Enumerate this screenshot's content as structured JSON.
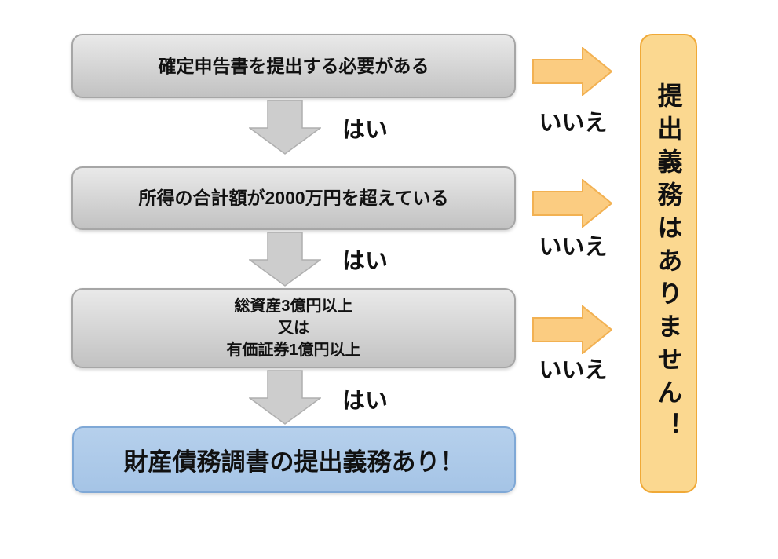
{
  "flow": {
    "steps": [
      {
        "label": "確定申告書を提出する必要がある"
      },
      {
        "label": "所得の合計額が2000万円を超えている"
      },
      {
        "label": "総資産3億円以上\n又は\n有価証券1億円以上"
      }
    ],
    "yes_label": "はい",
    "no_label": "いいえ",
    "result": {
      "label": "財産債務調書の提出義務あり！"
    },
    "no_result": {
      "label": "提出義務はありません！"
    }
  },
  "colors": {
    "bg": "#FFFFFF",
    "text": "#111111",
    "gray_box_top": "#E9E9E9",
    "gray_box_bottom": "#C2C2C2",
    "gray_border": "#A6A6A6",
    "arrow_gray": "#CDCDCD",
    "arrow_gray_border": "#AFAFAF",
    "orange_fill": "#FBCC81",
    "orange_border": "#F2B152",
    "panel_fill": "#FBD890",
    "panel_border": "#F0A937",
    "blue_top": "#B6D0EC",
    "blue_bottom": "#A5C4E6",
    "blue_border": "#7FA8D6"
  }
}
